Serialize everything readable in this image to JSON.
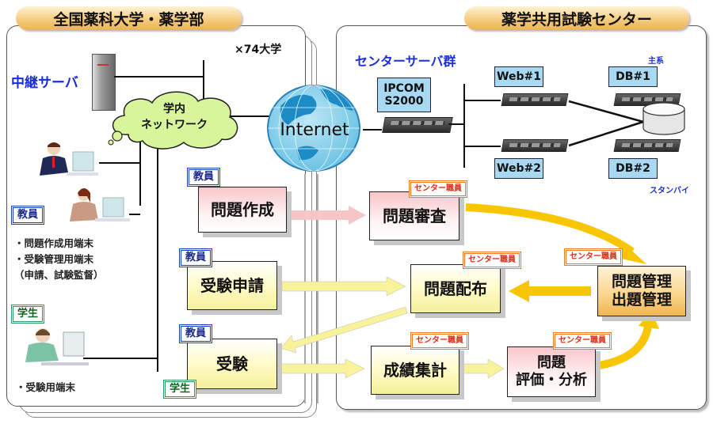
{
  "university": {
    "title": "全国薬科大学・薬学部",
    "multiplier": "×74大学",
    "relay_server_label": "中継サーバ",
    "campus_network_label": [
      "学内",
      "ネットワーク"
    ],
    "teacher_role": "教員",
    "teacher_terminals": [
      "・問題作成用端末",
      "・受験管理用端末",
      "（申請、試験監督）"
    ],
    "student_role": "学生",
    "student_terminals": [
      "・受験用端末"
    ]
  },
  "internet": {
    "label": "Internet"
  },
  "center": {
    "title": "薬学共用試験センター",
    "server_group_label": "センターサーバ群",
    "servers": {
      "ipcom": [
        "IPCOM",
        "S2000"
      ],
      "web1": "Web#1",
      "web2": "Web#2",
      "db1": "DB#1",
      "db2": "DB#2",
      "primary_label": "主系",
      "standby_label": "スタンバイ"
    }
  },
  "roles": {
    "teacher": "教員",
    "student": "学生",
    "staff": "センター職員"
  },
  "processes": {
    "create": "問題作成",
    "review": "問題審査",
    "apply": "受験申請",
    "distribute": "問題配布",
    "exam": "受験",
    "tally": "成績集計",
    "evaluate": [
      "問題",
      "評価・分析"
    ],
    "manage": [
      "問題管理",
      "出題管理"
    ]
  },
  "colors": {
    "blue_text": "#1a2fd6",
    "arrow_yellow": "#f7c600",
    "arrow_light_yellow": "#f8f29a",
    "arrow_pink": "#f6c5c8",
    "server_label_bg": "#a9d8f2"
  }
}
